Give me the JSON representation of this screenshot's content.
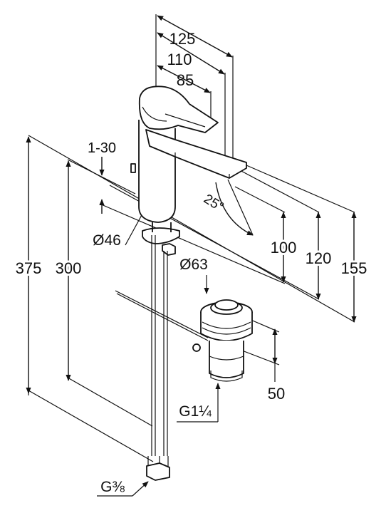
{
  "drawing": {
    "dimensions": {
      "d125": "125",
      "d110": "110",
      "d85": "85",
      "d1_30": "1-30",
      "dia46": "Ø46",
      "angle25": "25°",
      "d100": "100",
      "d120": "120",
      "d155": "155",
      "d375": "375",
      "d300": "300",
      "dia63": "Ø63",
      "d50": "50",
      "g1_1_4": "G1¼",
      "g3_8": "G⅜"
    }
  }
}
